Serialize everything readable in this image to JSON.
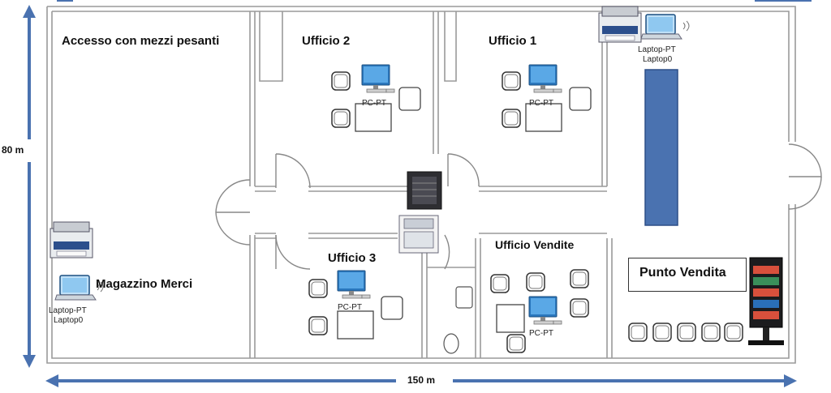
{
  "rooms": {
    "accesso": "Accesso con mezzi pesanti",
    "ufficio2": "Ufficio 2",
    "ufficio1": "Ufficio 1",
    "ufficio3": "Ufficio 3",
    "vendite": "Ufficio Vendite",
    "magazzino": "Magazzino Merci",
    "punto": "Punto Vendita"
  },
  "devices": {
    "pc": "PC-PT",
    "laptop_type": "Laptop-PT",
    "laptop_name": "Laptop0"
  },
  "dimensions": {
    "height": "80 m",
    "width": "150 m"
  },
  "colors": {
    "arrow": "#4a72b0",
    "wall": "#9a9a9a",
    "shelf": "#4a72b0"
  }
}
